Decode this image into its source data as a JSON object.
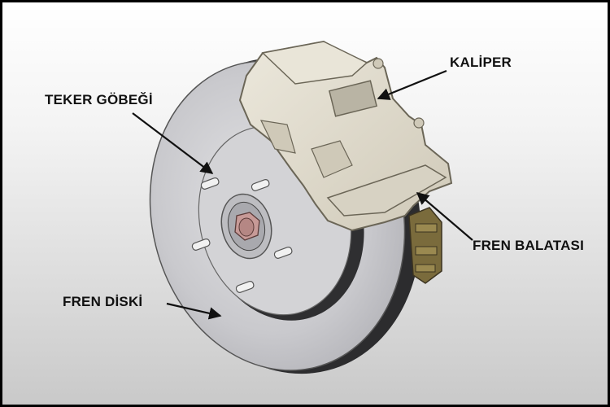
{
  "labels": {
    "caliper": "KALİPER",
    "hub": "TEKER GÖBEĞİ",
    "pad": "FREN BALATASI",
    "disc": "FREN DİSKİ"
  },
  "colors": {
    "caliper": "#ddd8ca",
    "disc": "#c8c8cc",
    "disc_edge": "#2c2c2e",
    "hub_nut": "#c79a97",
    "brake_pad": "#7a6b3c"
  }
}
